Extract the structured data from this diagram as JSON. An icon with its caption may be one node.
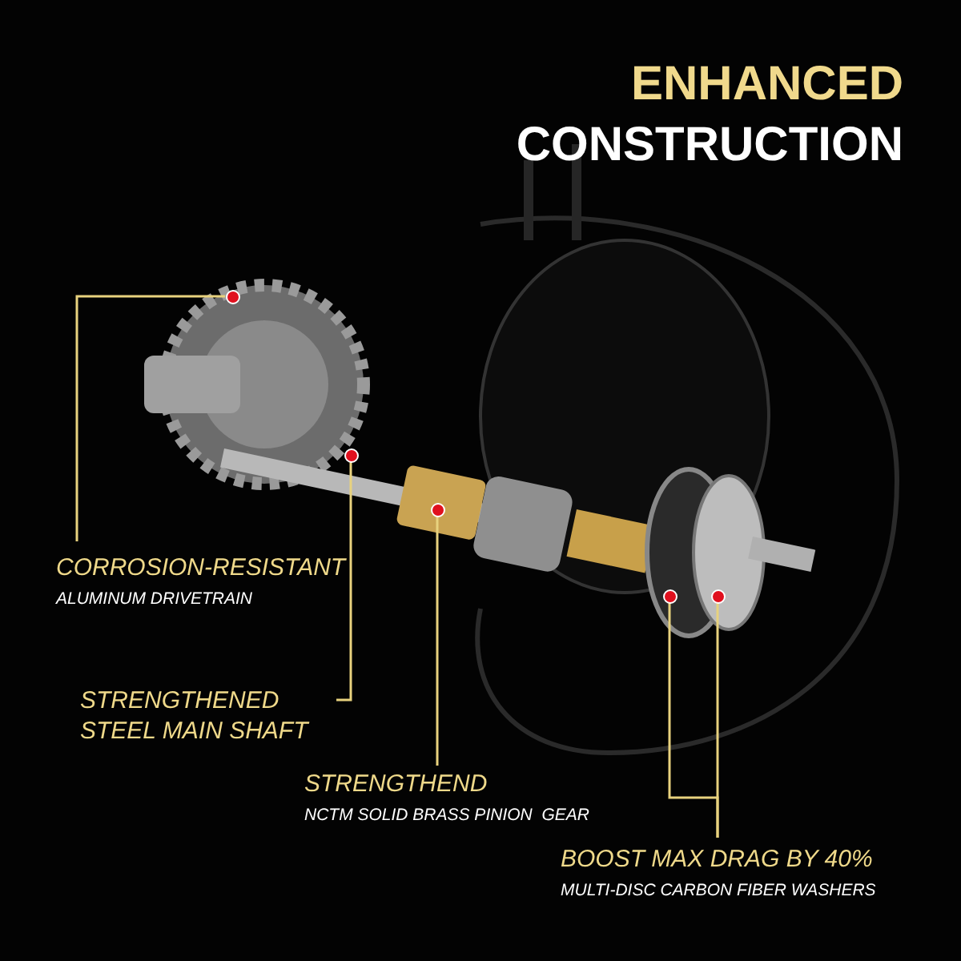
{
  "diagram": {
    "title": "ENHANCED CONSTRUCTION",
    "nodes": [
      {
        "text": [
          "CORROSION-RESISTANT",
          "ALUMINUM DRIVETRAIN"
        ]
      },
      {
        "text": [],
        "shape": "circle"
      },
      {
        "text": [
          "STRENGTHENED STEEL MAIN SHAFT"
        ]
      },
      {
        "text": [],
        "shape": "circle"
      },
      {
        "text": [
          "STRENGTHEND",
          "NCTM SOLID BRASS PINION  GEAR"
        ]
      },
      {
        "text": [],
        "shape": "circle"
      },
      {
        "text": [
          "BOOST MAX DRAG BY 40%",
          "MULTI-DISC CARBON FIBER WASHERS"
        ]
      },
      {
        "text": [],
        "shape": "circle"
      },
      {
        "text": [],
        "shape": "circle"
      }
    ],
    "edges": [
      {
        "from": 0,
        "to": 1,
        "arrow": "none"
      },
      {
        "from": 2,
        "to": 3,
        "arrow": "none"
      },
      {
        "from": 4,
        "to": 5,
        "arrow": "none"
      },
      {
        "from": 6,
        "to": 7,
        "arrow": "none"
      },
      {
        "from": 6,
        "to": 8,
        "arrow": "none"
      }
    ]
  }
}
